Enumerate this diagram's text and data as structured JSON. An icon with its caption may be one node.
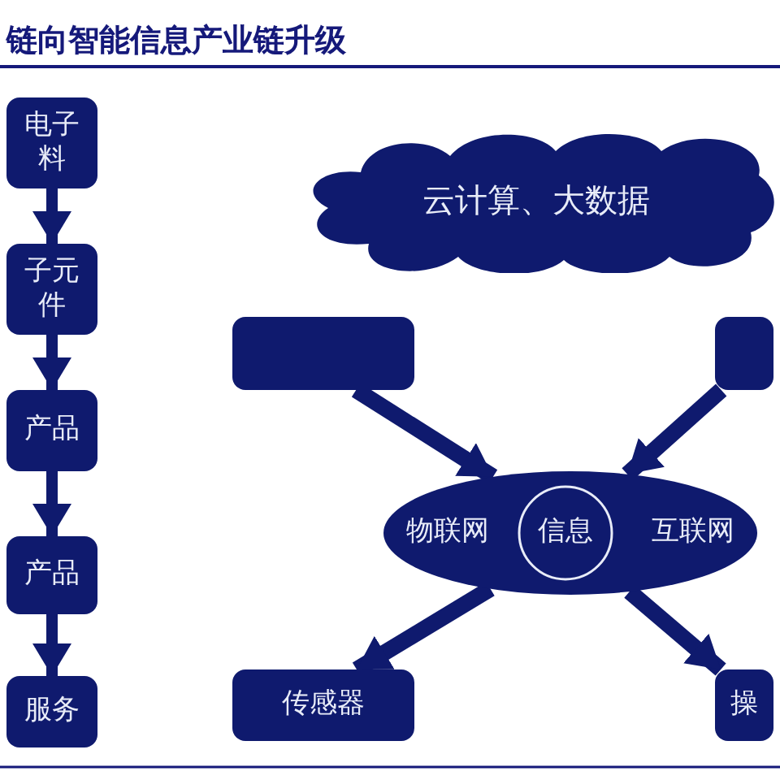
{
  "diagram": {
    "title": "链向智能信息产业链升级",
    "nodes": [
      {
        "text": [
          "电子料"
        ]
      },
      {
        "text": [
          "子元件"
        ]
      },
      {
        "text": [
          "产品"
        ]
      },
      {
        "text": [
          "产品"
        ]
      },
      {
        "text": [
          "服务"
        ]
      },
      {
        "text": [
          "云计算、大数据"
        ]
      },
      {
        "text": [],
        "shape": "box"
      },
      {
        "text": [],
        "shape": "box"
      },
      {
        "text": [
          "物联网",
          "互联网"
        ]
      },
      {
        "text": [
          "信息"
        ],
        "in": 8
      },
      {
        "text": [
          "传感器"
        ]
      },
      {
        "text": [
          "操"
        ]
      }
    ],
    "edges": [
      {
        "from": 0,
        "to": 1,
        "arrow": "to"
      },
      {
        "from": 1,
        "to": 2,
        "arrow": "to"
      },
      {
        "from": 2,
        "to": 3,
        "arrow": "to"
      },
      {
        "from": 3,
        "to": 4,
        "arrow": "to"
      },
      {
        "from": 6,
        "to": 8,
        "arrow": "to"
      },
      {
        "from": 7,
        "to": 8,
        "arrow": "to"
      },
      {
        "from": 8,
        "to": 10,
        "arrow": "to"
      },
      {
        "from": 8,
        "to": 11,
        "arrow": "to"
      }
    ]
  }
}
